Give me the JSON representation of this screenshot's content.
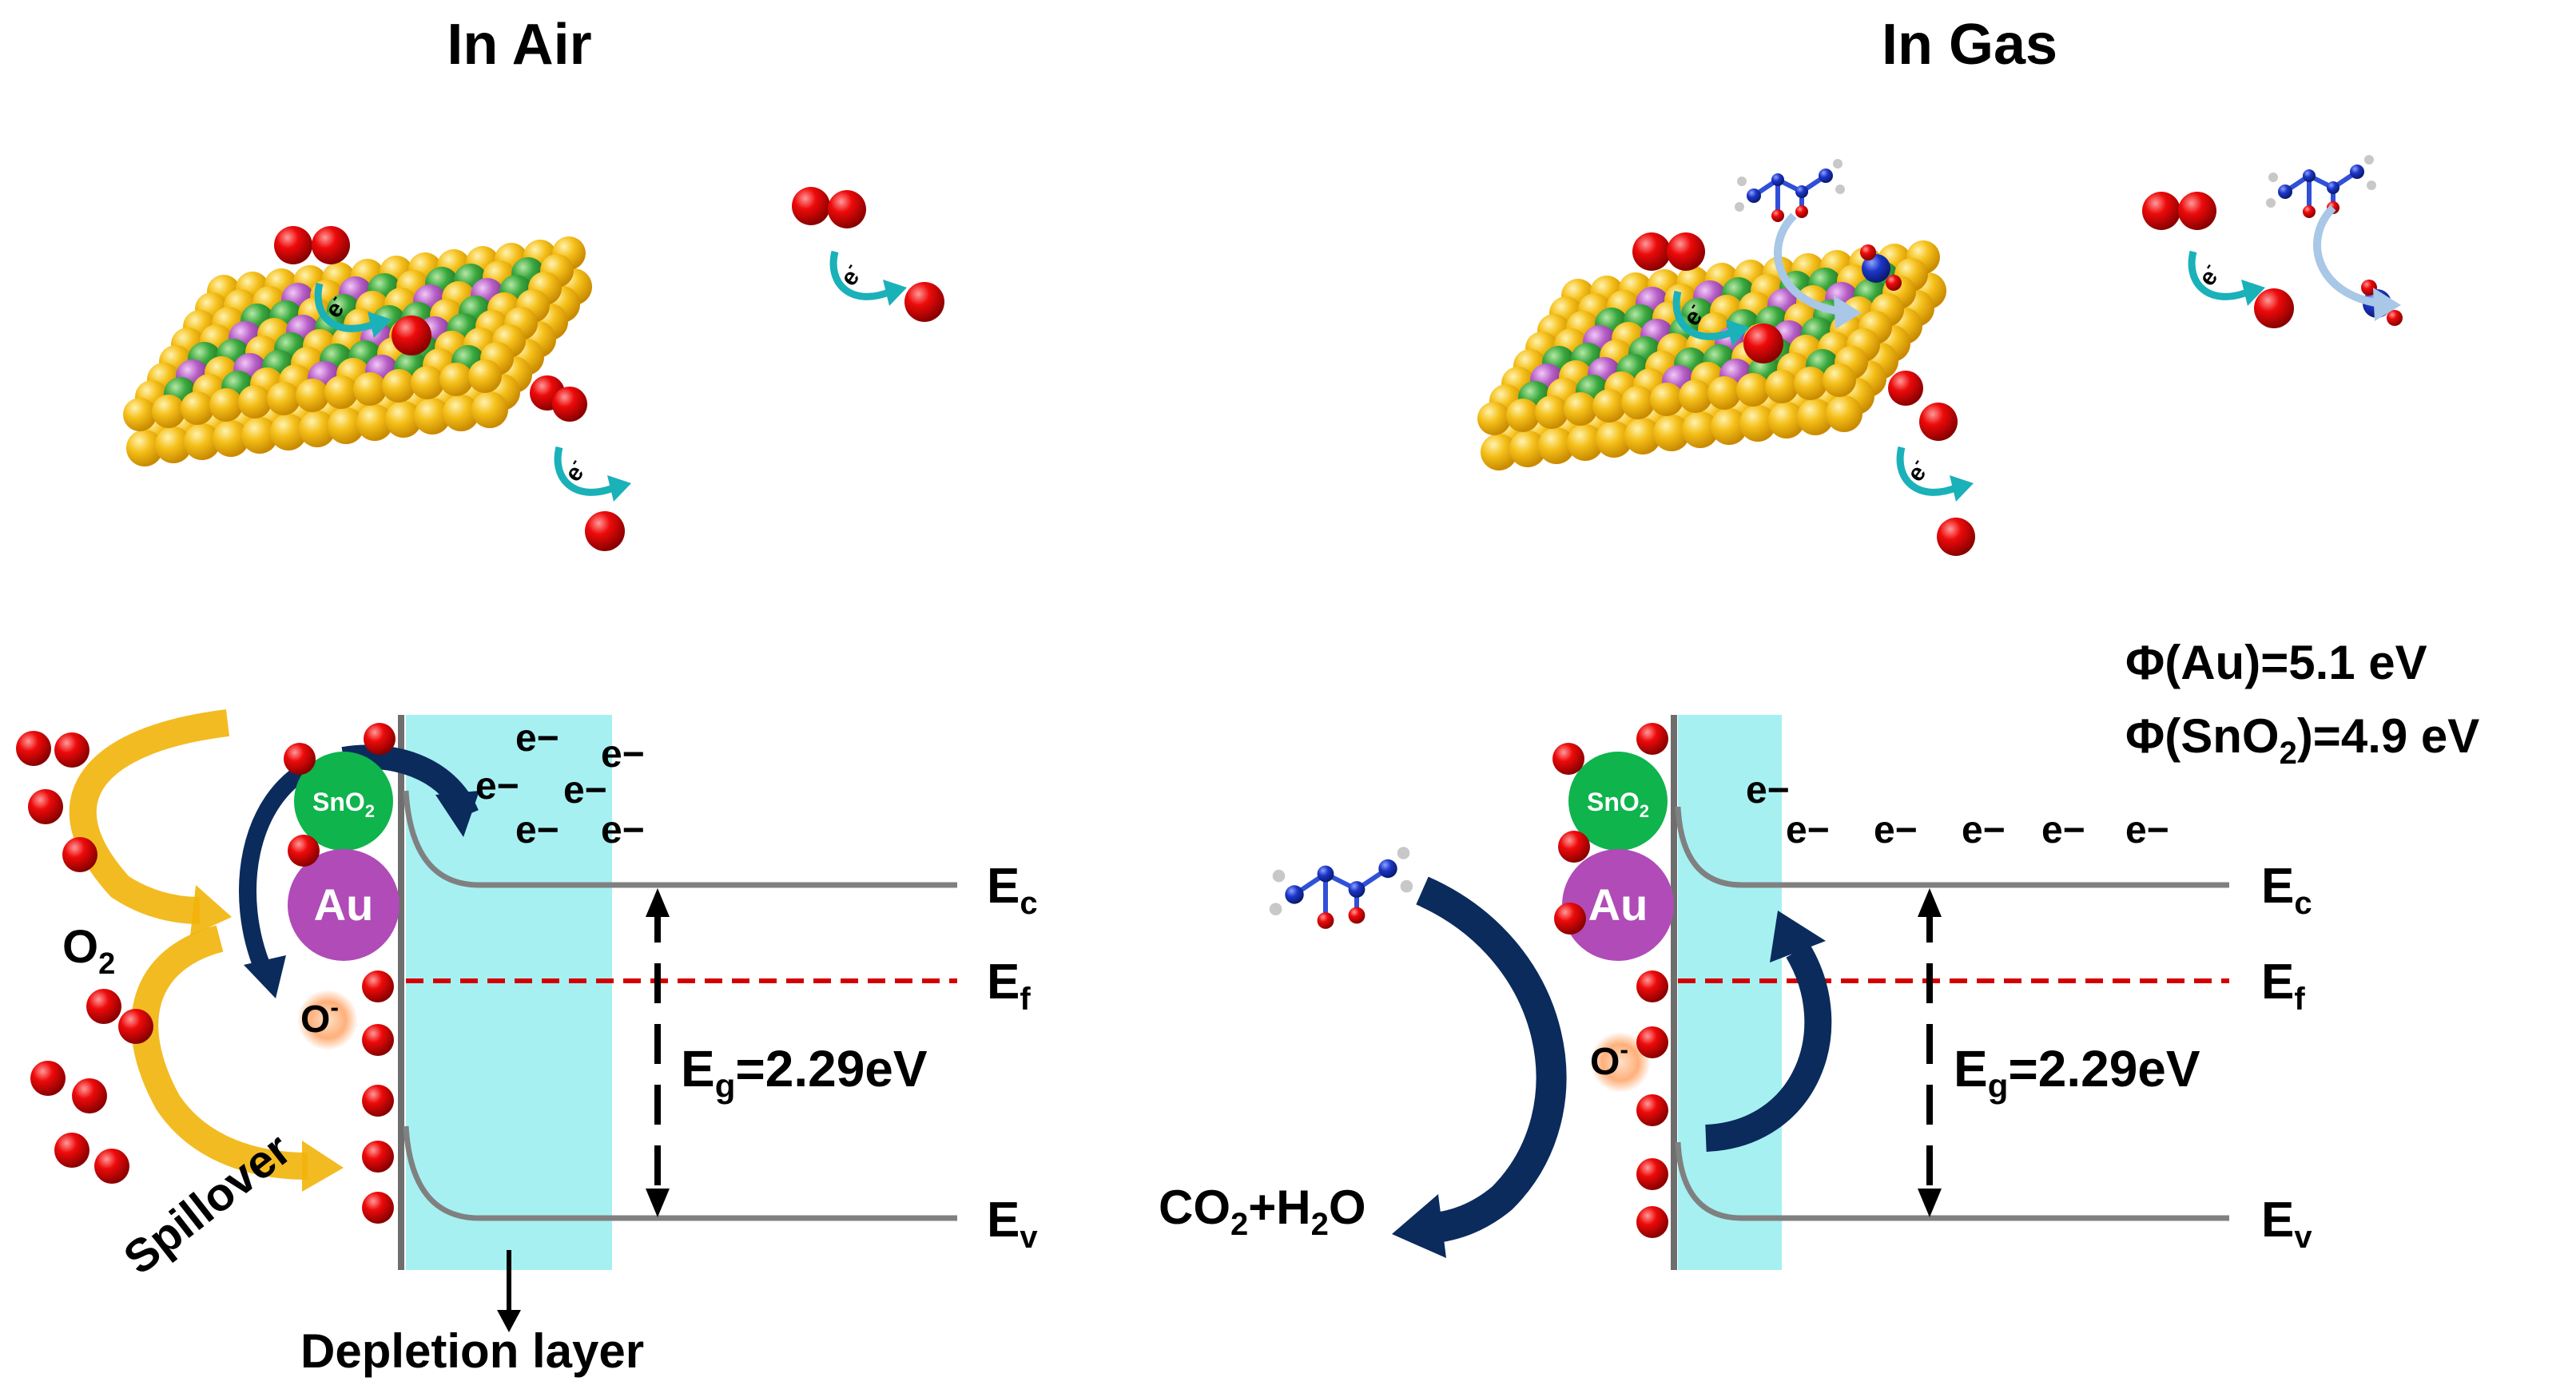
{
  "titles": {
    "left": "In Air",
    "right": "In Gas"
  },
  "electron_label": "e",
  "electron_superscript": "-",
  "electron_band": "e−",
  "bands": {
    "ec_main": "E",
    "ec_sub": "c",
    "ef_main": "E",
    "ef_sub": "f",
    "ev_main": "E",
    "ev_sub": "v",
    "eg_main": "E",
    "eg_sub": "g",
    "eg_value": "=2.29eV"
  },
  "particles": {
    "sno2_main": "SnO",
    "sno2_sub": "2",
    "au": "Au",
    "o_ion_main": "O",
    "o_ion_sup": "-"
  },
  "left_panel": {
    "o2_main": "O",
    "o2_sub": "2",
    "spillover": "Spillover",
    "depletion": "Depletion layer"
  },
  "right_panel": {
    "product_p1": "CO",
    "product_s1": "2",
    "product_p2": "+H",
    "product_s2": "2",
    "product_p3": "O"
  },
  "work_functions": {
    "au": "Φ(Au)=5.1 eV",
    "sno2_main": "Φ(SnO",
    "sno2_sub": "2",
    "sno2_rest": ")=4.9 eV"
  },
  "colors": {
    "gold": "#f2b90c",
    "green": "#2f9a37",
    "purple": "#b05cc2",
    "oxygen": "#e00000",
    "teal_arrow": "#1ab1b9",
    "navy_arrow": "#0b2b5c",
    "spillover_arrow": "#f2b40a",
    "depletion": "#a6f0f2",
    "band_line": "#808080",
    "fermi_line": "#d40000",
    "sno2_circle": "#0fb44c",
    "au_circle": "#b04bb8",
    "nitrogen": "#1030c8",
    "hydrogen": "#c8c8c8",
    "light_arrow": "#a9c7e6"
  }
}
